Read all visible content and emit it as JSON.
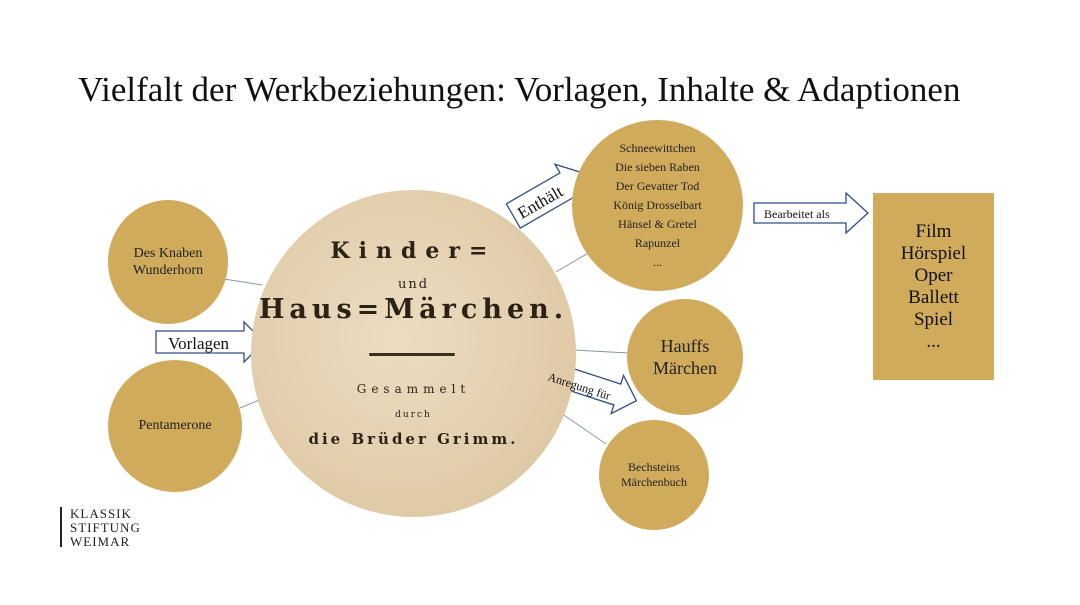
{
  "title": "Vielfalt der Werkbeziehungen: Vorlagen, Inhalte & Adaptionen",
  "sources": {
    "knaben": "Des Knaben\nWunderhorn",
    "pentamerone": "Pentamerone"
  },
  "book_cover": {
    "line1": "Kinder=",
    "line2": "und",
    "line3": "Haus=Märchen.",
    "line4": "Gesammelt",
    "line5": "durch",
    "line6": "die Brüder Grimm."
  },
  "arrows": {
    "vorlagen": "Vorlagen",
    "enthaelt": "Enthält",
    "anregung": "Anregung für",
    "bearbeitet": "Bearbeitet als"
  },
  "contents": "Schneewittchen\nDie sieben Raben\nDer Gevatter Tod\nKönig Drosselbart\nHänsel & Gretel\nRapunzel\n...",
  "inspired": {
    "hauff": "Hauffs\nMärchen",
    "bechstein": "Bechsteins\nMärchenbuch"
  },
  "adaptations": "Film\nHörspiel\nOper\nBallett\nSpiel\n...",
  "logo": {
    "line1": "KLASSIK",
    "line2": "STIFTUNG",
    "line3": "WEIMAR"
  },
  "colors": {
    "gold": "#d1ab5c",
    "arrow_stroke": "#2f4f86"
  }
}
